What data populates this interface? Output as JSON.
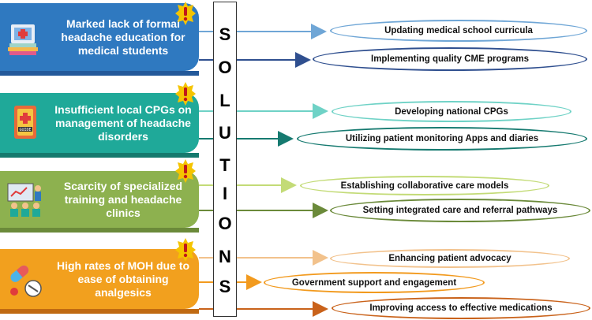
{
  "title_letters": [
    "S",
    "O",
    "L",
    "U",
    "T",
    "I",
    "O",
    "N",
    "S"
  ],
  "colors": {
    "blue": "#2f79c0",
    "blue_dark": "#23599a",
    "teal": "#1fa999",
    "teal_dark": "#157a6e",
    "green": "#8db14f",
    "green_dark": "#6b8a3a",
    "orange": "#f2a01e",
    "orange_dark": "#c06a12",
    "warning": "#f5c400"
  },
  "problems": [
    {
      "text": "Marked lack of formal headache education for medical students",
      "icon": "medical-school-icon"
    },
    {
      "text": "Insufficient local CPGs on management of headache disorders",
      "icon": "guide-book-icon"
    },
    {
      "text": "Scarcity of specialized training and headache clinics",
      "icon": "training-classroom-icon"
    },
    {
      "text": "High rates of MOH due to ease of obtaining analgesics",
      "icon": "pills-icon"
    }
  ],
  "solutions": [
    {
      "text": "Updating medical school curricula"
    },
    {
      "text": "Implementing quality CME programs"
    },
    {
      "text": "Developing national CPGs"
    },
    {
      "text": "Utilizing patient monitoring Apps and diaries"
    },
    {
      "text": "Establishing collaborative care models"
    },
    {
      "text": "Setting integrated care and referral pathways"
    },
    {
      "text": "Enhancing patient advocacy"
    },
    {
      "text": "Government support and engagement"
    },
    {
      "text": "Improving access to effective medications"
    }
  ]
}
